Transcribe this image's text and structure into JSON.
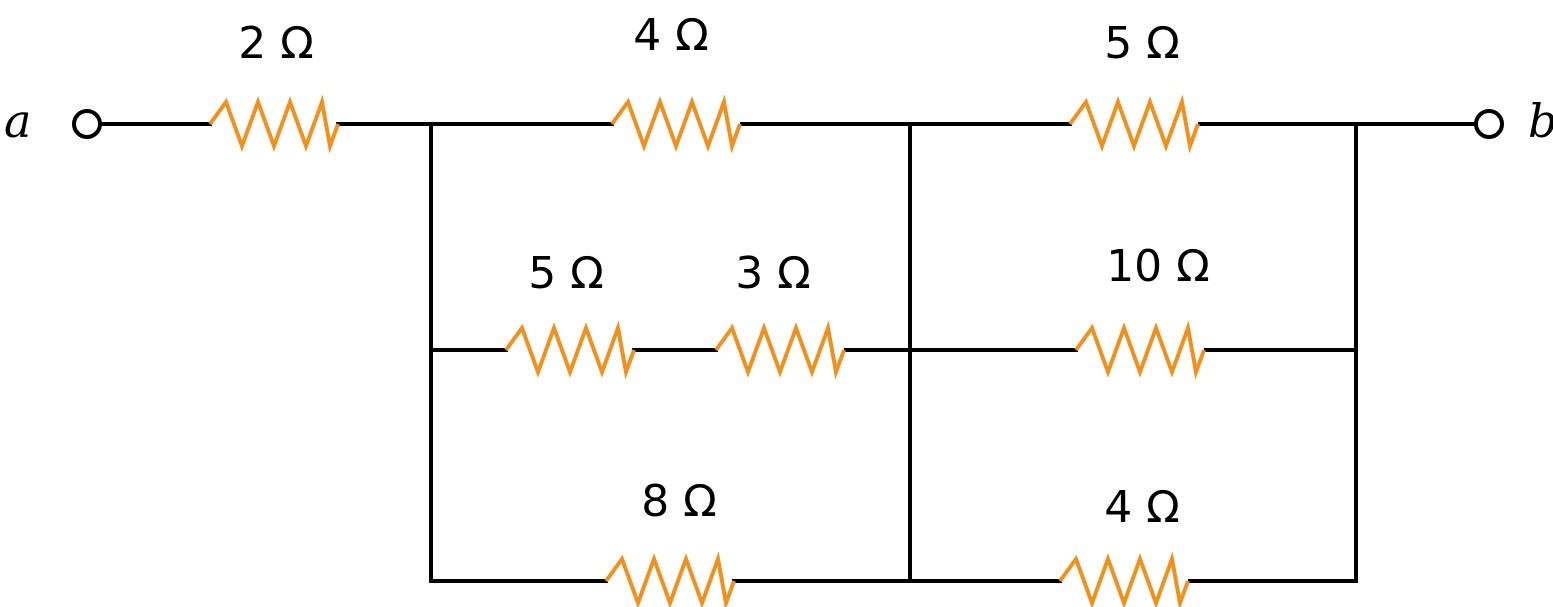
{
  "colors": {
    "wire": "#000000",
    "resistor": "#f0901e"
  },
  "terminals": {
    "a": "a",
    "b": "b"
  },
  "resistors": [
    {
      "id": "r-2ohm-top-left",
      "label": "2 Ω"
    },
    {
      "id": "r-4ohm-top-middle",
      "label": "4 Ω"
    },
    {
      "id": "r-5ohm-top-right",
      "label": "5 Ω"
    },
    {
      "id": "r-5ohm-middle-left",
      "label": "5 Ω"
    },
    {
      "id": "r-3ohm-middle-left",
      "label": "3 Ω"
    },
    {
      "id": "r-10ohm-middle-right",
      "label": "10 Ω"
    },
    {
      "id": "r-8ohm-bottom-left",
      "label": "8 Ω"
    },
    {
      "id": "r-4ohm-bottom-right",
      "label": "4 Ω"
    }
  ]
}
